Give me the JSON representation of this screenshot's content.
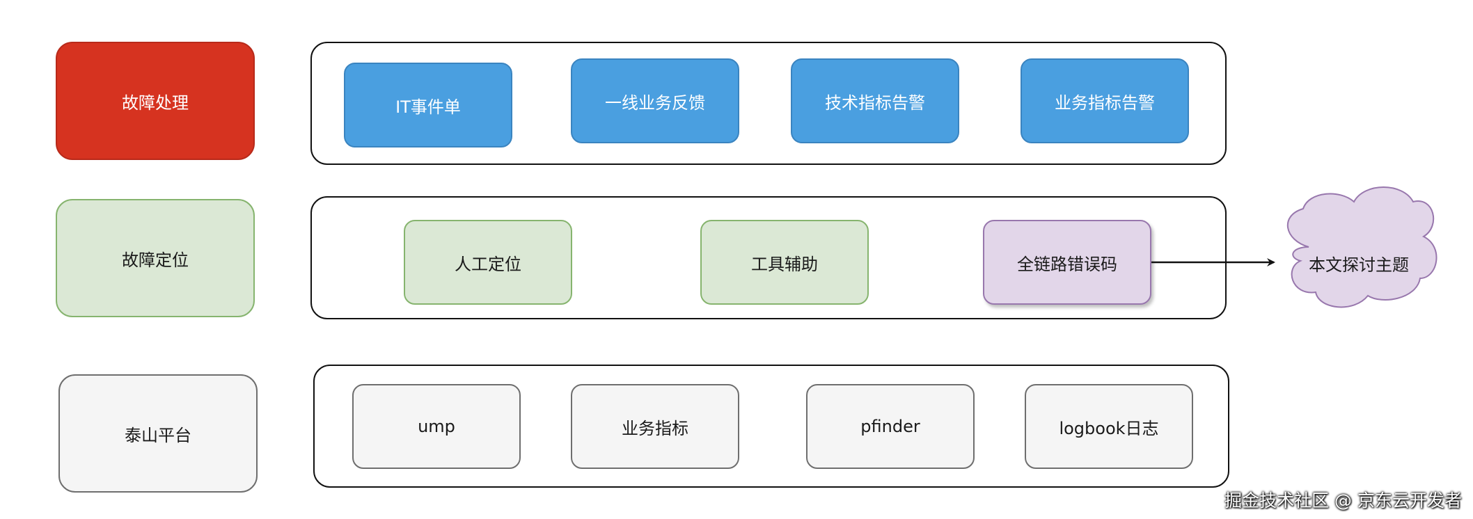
{
  "rows": {
    "incident": {
      "label": "故障处理",
      "items": [
        "IT事件单",
        "一线业务反馈",
        "技术指标告警",
        "业务指标告警"
      ]
    },
    "locate": {
      "label": "故障定位",
      "items": [
        "人工定位",
        "工具辅助",
        "全链路错误码"
      ]
    },
    "platform": {
      "label": "泰山平台",
      "items": [
        "ump",
        "业务指标",
        "pfinder",
        "logbook日志"
      ]
    }
  },
  "cloud": {
    "label": "本文探讨主题"
  },
  "watermark": "掘金技术社区 @ 京东云开发者",
  "colors": {
    "red": "#d63320",
    "blue": "#4a9fe0",
    "green_fill": "#dbe8d5",
    "green_border": "#86b46e",
    "purple_fill": "#e2d6e9",
    "purple_border": "#9877ad",
    "gray_fill": "#f5f5f5"
  }
}
